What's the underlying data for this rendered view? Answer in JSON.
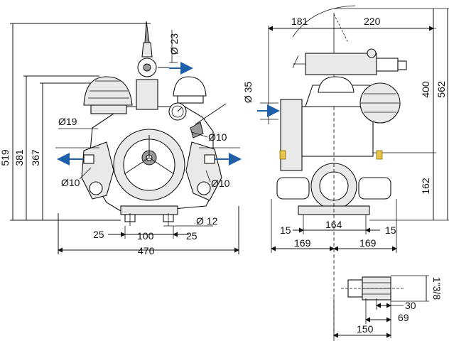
{
  "colors": {
    "flow_arrow": "#1f5fa8",
    "line": "#111111",
    "connector": "#e8c44a"
  },
  "front_view": {
    "heights": [
      "519",
      "381",
      "367"
    ],
    "diameters": {
      "outlet_top": "Ø 23",
      "inlet_small": "Ø19",
      "side_left": "Ø10",
      "side_right": "Ø10",
      "gauge_right": "Ø10",
      "mount_hole": "Ø 12"
    },
    "base": {
      "left": "25",
      "center": "100",
      "right": "25",
      "width": "470"
    }
  },
  "side_view": {
    "top_left": "181",
    "top_right": "220",
    "inlet": "Ø 35",
    "height_outer": "562",
    "height_inner": "400",
    "height_lower": "162",
    "foot_left": "15",
    "foot_center": "164",
    "foot_right": "15",
    "half_left": "169",
    "half_right": "169"
  },
  "shaft_detail": {
    "thread": "1\"3/8",
    "d30": "30",
    "d69": "69",
    "d150": "150"
  }
}
